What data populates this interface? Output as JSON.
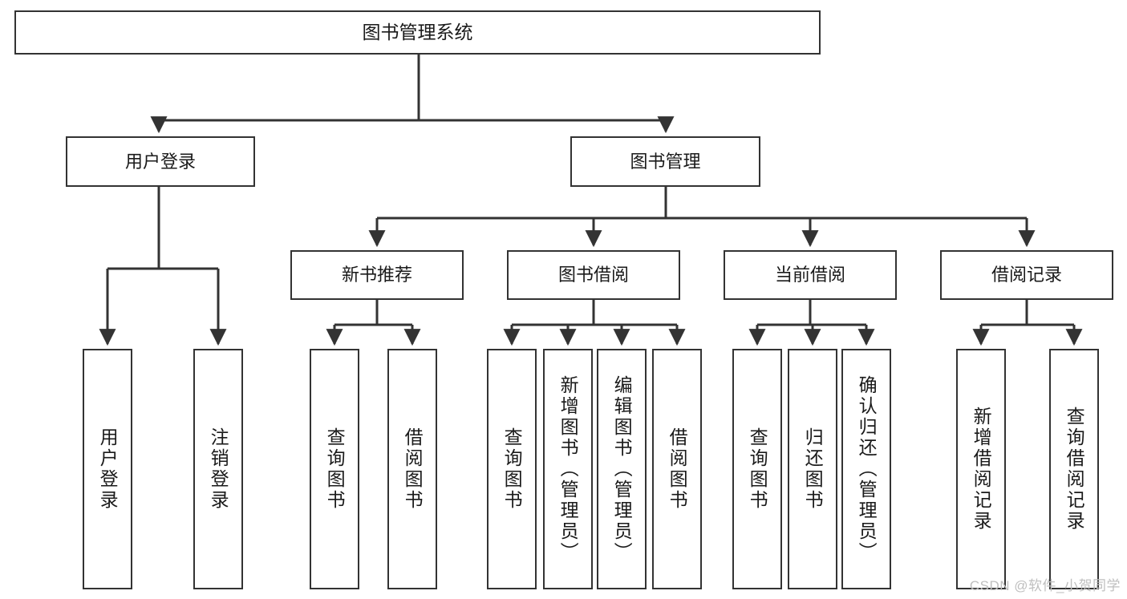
{
  "diagram": {
    "title": "图书管理系统",
    "type": "hierarchy-tree",
    "stroke_color": "#333333",
    "box_fill": "#ffffff",
    "text_color": "#1a1a1a",
    "watermark": "CSDN @软件_小贺同学",
    "watermark_color": "#bfbfbf",
    "levels": [
      {
        "level": 0,
        "nodes": [
          {
            "id": "root",
            "label": "图书管理系统"
          }
        ]
      },
      {
        "level": 1,
        "nodes": [
          {
            "id": "user-login",
            "label": "用户登录",
            "parent": "root"
          },
          {
            "id": "book-manage",
            "label": "图书管理",
            "parent": "root"
          }
        ]
      },
      {
        "level": 2,
        "nodes": [
          {
            "id": "new-book-recommend",
            "label": "新书推荐",
            "parent": "book-manage"
          },
          {
            "id": "book-borrow",
            "label": "图书借阅",
            "parent": "book-manage"
          },
          {
            "id": "current-borrow",
            "label": "当前借阅",
            "parent": "book-manage"
          },
          {
            "id": "borrow-record",
            "label": "借阅记录",
            "parent": "book-manage"
          }
        ]
      },
      {
        "level": 3,
        "nodes": [
          {
            "id": "leaf-user-login",
            "label": "用户登录",
            "parent": "user-login"
          },
          {
            "id": "leaf-user-logout",
            "label": "注销登录",
            "parent": "user-login"
          },
          {
            "id": "leaf-query-book-1",
            "label": "查询图书",
            "parent": "new-book-recommend"
          },
          {
            "id": "leaf-borrow-book-1",
            "label": "借阅图书",
            "parent": "new-book-recommend"
          },
          {
            "id": "leaf-query-book-2",
            "label": "查询图书",
            "parent": "book-borrow"
          },
          {
            "id": "leaf-add-book",
            "label": "新增图书（管理员）",
            "parent": "book-borrow"
          },
          {
            "id": "leaf-edit-book",
            "label": "编辑图书（管理员）",
            "parent": "book-borrow"
          },
          {
            "id": "leaf-borrow-book-2",
            "label": "借阅图书",
            "parent": "book-borrow"
          },
          {
            "id": "leaf-query-book-3",
            "label": "查询图书",
            "parent": "current-borrow"
          },
          {
            "id": "leaf-return-book",
            "label": "归还图书",
            "parent": "current-borrow"
          },
          {
            "id": "leaf-confirm-return",
            "label": "确认归还（管理员）",
            "parent": "current-borrow"
          },
          {
            "id": "leaf-add-record",
            "label": "新增借阅记录",
            "parent": "borrow-record"
          },
          {
            "id": "leaf-query-record",
            "label": "查询借阅记录",
            "parent": "borrow-record"
          }
        ]
      }
    ]
  },
  "labels": {
    "root": "图书管理系统",
    "user_login": "用户登录",
    "book_manage": "图书管理",
    "new_book_recommend": "新书推荐",
    "book_borrow": "图书借阅",
    "current_borrow": "当前借阅",
    "borrow_record": "借阅记录",
    "leaf_user_login": "用户登录",
    "leaf_user_logout": "注销登录",
    "leaf_query_book_1": "查询图书",
    "leaf_borrow_book_1": "借阅图书",
    "leaf_query_book_2": "查询图书",
    "leaf_add_book": "新增图书（管理员）",
    "leaf_edit_book": "编辑图书（管理员）",
    "leaf_borrow_book_2": "借阅图书",
    "leaf_query_book_3": "查询图书",
    "leaf_return_book": "归还图书",
    "leaf_confirm_return": "确认归还（管理员）",
    "leaf_add_record": "新增借阅记录",
    "leaf_query_record": "查询借阅记录",
    "watermark": "CSDN @软件_小贺同学"
  }
}
